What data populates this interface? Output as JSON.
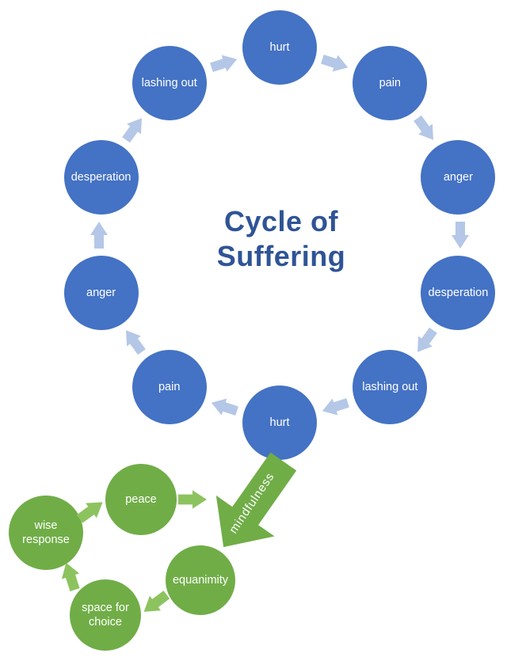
{
  "title": {
    "line1": "Cycle of",
    "line2": "Suffering"
  },
  "suffering_cycle": {
    "description": "outer blue ring, flows clockwise",
    "nodes": [
      "hurt",
      "pain",
      "anger",
      "desperation",
      "lashing out",
      "hurt",
      "pain",
      "anger",
      "desperation",
      "lashing out"
    ]
  },
  "mindfulness_arrow": {
    "label": "mindfulness"
  },
  "freedom_cycle": {
    "description": "small green cycle at bottom left",
    "nodes": [
      "peace",
      "wise response",
      "space for choice",
      "equanimity"
    ]
  },
  "colors": {
    "blue_node": "#4472c4",
    "blue_arrow": "#b4c7e7",
    "title_text": "#2f5496",
    "green_node": "#70ad47",
    "green_arrow_small": "#8dc35f",
    "green_arrow_big": "#70ad47",
    "node_text": "#ffffff"
  }
}
